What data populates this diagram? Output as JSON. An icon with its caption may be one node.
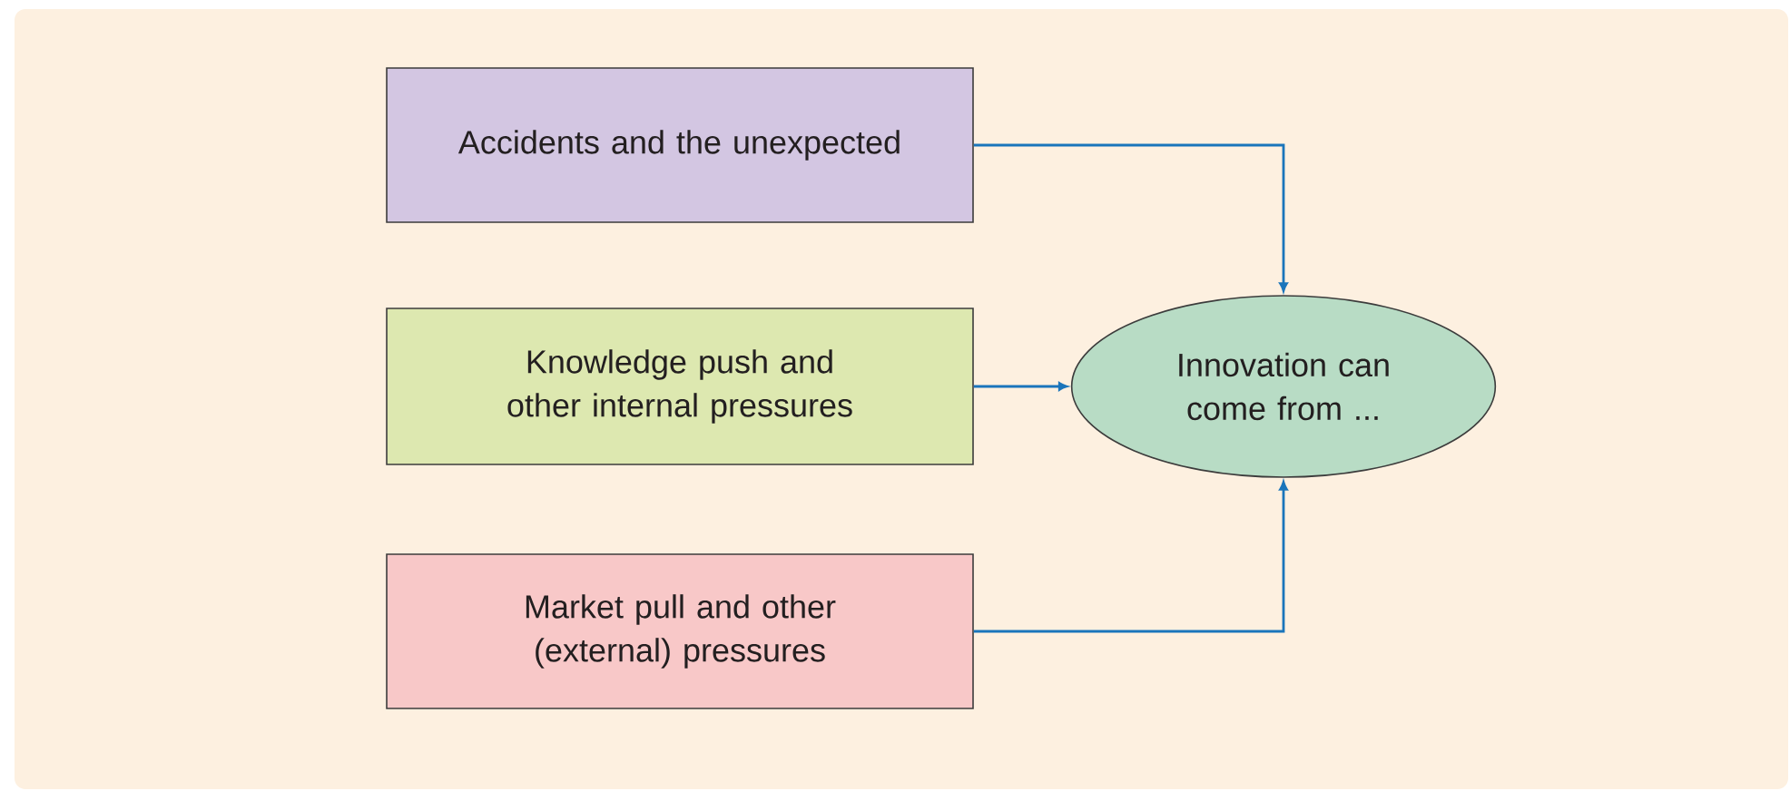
{
  "diagram": {
    "nodes": [
      {
        "text": [
          "Accidents and the unexpected"
        ]
      },
      {
        "text": [
          "Knowledge push and other internal pressures"
        ]
      },
      {
        "text": [
          "Market pull and other (external) pressures"
        ]
      },
      {
        "text": [
          "Innovation can come from ..."
        ]
      }
    ],
    "edges": [
      {
        "from": 0,
        "to": 3,
        "arrow": "to"
      },
      {
        "from": 1,
        "to": 3,
        "arrow": "to"
      },
      {
        "from": 2,
        "to": 3,
        "arrow": "to"
      }
    ]
  }
}
